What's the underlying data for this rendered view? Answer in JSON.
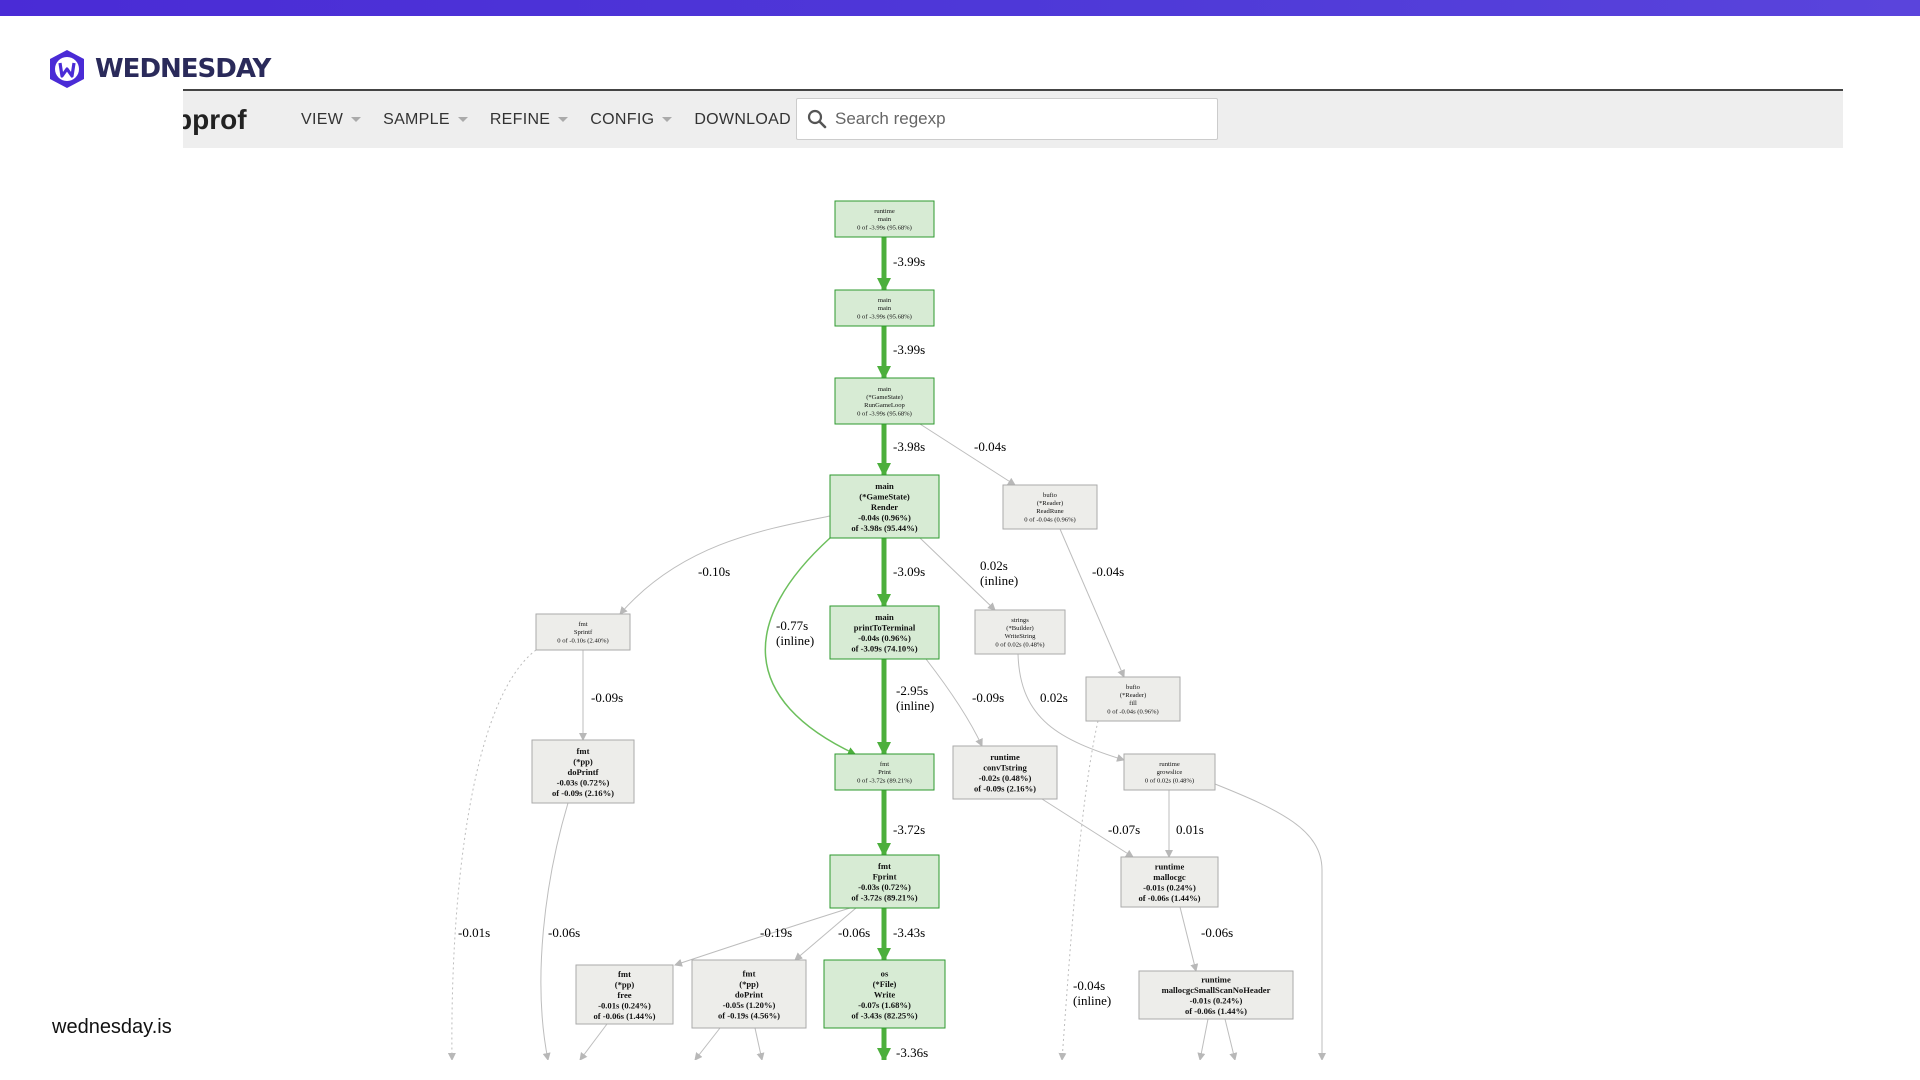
{
  "header": {
    "logo_text": "WEDNESDAY",
    "accent_color": "#4a2bd6"
  },
  "toolbar": {
    "brand": "pprof",
    "menu": [
      {
        "label": "VIEW",
        "dropdown": true
      },
      {
        "label": "SAMPLE",
        "dropdown": true
      },
      {
        "label": "REFINE",
        "dropdown": true
      },
      {
        "label": "CONFIG",
        "dropdown": true
      },
      {
        "label": "DOWNLOAD",
        "dropdown": false
      }
    ],
    "search_placeholder": "Search regexp"
  },
  "graph": {
    "nodes": [
      {
        "id": "n1",
        "lines": [
          "runtime",
          "main",
          "0 of -3.99s (95.68%)"
        ],
        "bold": false,
        "fill": "#d7ebd4",
        "stroke": "#2e9a2e"
      },
      {
        "id": "n2",
        "lines": [
          "main",
          "main",
          "0 of -3.99s (95.68%)"
        ],
        "bold": false,
        "fill": "#d7ebd4",
        "stroke": "#2e9a2e"
      },
      {
        "id": "n3",
        "lines": [
          "main",
          "(*GameState)",
          "RunGameLoop",
          "0 of -3.99s (95.68%)"
        ],
        "bold": false,
        "fill": "#d7ebd4",
        "stroke": "#2e9a2e"
      },
      {
        "id": "n4",
        "lines": [
          "main",
          "(*GameState)",
          "Render",
          "-0.04s (0.96%)",
          "of -3.98s (95.44%)"
        ],
        "bold": true,
        "fill": "#d7ebd4",
        "stroke": "#2e9a2e"
      },
      {
        "id": "n5",
        "lines": [
          "bufio",
          "(*Reader)",
          "ReadRune",
          "0 of -0.04s (0.96%)"
        ],
        "bold": false,
        "fill": "#ededea",
        "stroke": "#aaaaaa"
      },
      {
        "id": "n6",
        "lines": [
          "fmt",
          "Sprintf",
          "0 of -0.10s (2.40%)"
        ],
        "bold": false,
        "fill": "#ededea",
        "stroke": "#aaaaaa"
      },
      {
        "id": "n7",
        "lines": [
          "main",
          "printToTerminal",
          "-0.04s (0.96%)",
          "of -3.09s (74.10%)"
        ],
        "bold": true,
        "fill": "#d7ebd4",
        "stroke": "#2e9a2e"
      },
      {
        "id": "n8",
        "lines": [
          "strings",
          "(*Builder)",
          "WriteString",
          "0 of 0.02s (0.48%)"
        ],
        "bold": false,
        "fill": "#ededea",
        "stroke": "#aaaaaa"
      },
      {
        "id": "n9",
        "lines": [
          "bufio",
          "(*Reader)",
          "fill",
          "0 of -0.04s (0.96%)"
        ],
        "bold": false,
        "fill": "#ededea",
        "stroke": "#aaaaaa"
      },
      {
        "id": "n10",
        "lines": [
          "fmt",
          "(*pp)",
          "doPrintf",
          "-0.03s (0.72%)",
          "of -0.09s (2.16%)"
        ],
        "bold": true,
        "fill": "#ededea",
        "stroke": "#aaaaaa"
      },
      {
        "id": "n11",
        "lines": [
          "fmt",
          "Print",
          "0 of -3.72s (89.21%)"
        ],
        "bold": false,
        "fill": "#d7ebd4",
        "stroke": "#2e9a2e"
      },
      {
        "id": "n12",
        "lines": [
          "runtime",
          "convTstring",
          "-0.02s (0.48%)",
          "of -0.09s (2.16%)"
        ],
        "bold": true,
        "fill": "#ededea",
        "stroke": "#aaaaaa"
      },
      {
        "id": "n13",
        "lines": [
          "runtime",
          "growslice",
          "0 of 0.02s (0.48%)"
        ],
        "bold": false,
        "fill": "#ededea",
        "stroke": "#aaaaaa"
      },
      {
        "id": "n14",
        "lines": [
          "fmt",
          "Fprint",
          "-0.03s (0.72%)",
          "of -3.72s (89.21%)"
        ],
        "bold": true,
        "fill": "#d7ebd4",
        "stroke": "#2e9a2e"
      },
      {
        "id": "n15",
        "lines": [
          "runtime",
          "mallocgc",
          "-0.01s (0.24%)",
          "of -0.06s (1.44%)"
        ],
        "bold": true,
        "fill": "#ededea",
        "stroke": "#aaaaaa"
      },
      {
        "id": "n16",
        "lines": [
          "fmt",
          "(*pp)",
          "free",
          "-0.01s (0.24%)",
          "of -0.06s (1.44%)"
        ],
        "bold": true,
        "fill": "#ededea",
        "stroke": "#aaaaaa"
      },
      {
        "id": "n17",
        "lines": [
          "fmt",
          "(*pp)",
          "doPrint",
          "-0.05s (1.20%)",
          "of -0.19s (4.56%)"
        ],
        "bold": true,
        "fill": "#ededea",
        "stroke": "#aaaaaa"
      },
      {
        "id": "n18",
        "lines": [
          "os",
          "(*File)",
          "Write",
          "-0.07s (1.68%)",
          "of -3.43s (82.25%)"
        ],
        "bold": true,
        "fill": "#d7ebd4",
        "stroke": "#2e9a2e"
      },
      {
        "id": "n19",
        "lines": [
          "runtime",
          "mallocgcSmallScanNoHeader",
          "-0.01s (0.24%)",
          "of -0.06s (1.44%)"
        ],
        "bold": true,
        "fill": "#ededea",
        "stroke": "#aaaaaa"
      }
    ],
    "edge_labels": [
      {
        "id": "e1",
        "lines": [
          "-3.99s"
        ]
      },
      {
        "id": "e2",
        "lines": [
          "-3.99s"
        ]
      },
      {
        "id": "e3",
        "lines": [
          "-3.98s"
        ]
      },
      {
        "id": "e4",
        "lines": [
          "-0.04s"
        ]
      },
      {
        "id": "e5",
        "lines": [
          "-0.10s"
        ]
      },
      {
        "id": "e6",
        "lines": [
          "-3.09s"
        ]
      },
      {
        "id": "e7",
        "lines": [
          "0.02s",
          "(inline)"
        ]
      },
      {
        "id": "e8",
        "lines": [
          "-0.04s"
        ]
      },
      {
        "id": "e9",
        "lines": [
          "-0.77s",
          "(inline)"
        ]
      },
      {
        "id": "e10",
        "lines": [
          "-0.09s"
        ]
      },
      {
        "id": "e11",
        "lines": [
          "-2.95s",
          "(inline)"
        ]
      },
      {
        "id": "e12",
        "lines": [
          "-0.09s"
        ]
      },
      {
        "id": "e13",
        "lines": [
          "0.02s"
        ]
      },
      {
        "id": "e14",
        "lines": [
          "-3.72s"
        ]
      },
      {
        "id": "e15",
        "lines": [
          "-0.07s"
        ]
      },
      {
        "id": "e16",
        "lines": [
          "0.01s"
        ]
      },
      {
        "id": "e17",
        "lines": [
          "-0.01s"
        ]
      },
      {
        "id": "e18",
        "lines": [
          "-0.06s"
        ]
      },
      {
        "id": "e19",
        "lines": [
          "-0.06s"
        ]
      },
      {
        "id": "e20",
        "lines": [
          "-0.19s"
        ]
      },
      {
        "id": "e21",
        "lines": [
          "-3.43s"
        ]
      },
      {
        "id": "e22",
        "lines": [
          "-0.06s"
        ]
      },
      {
        "id": "e23",
        "lines": [
          "-0.04s",
          "(inline)"
        ]
      },
      {
        "id": "e24",
        "lines": [
          "-3.36s"
        ]
      }
    ]
  },
  "footer": {
    "link": "wednesday.is"
  }
}
